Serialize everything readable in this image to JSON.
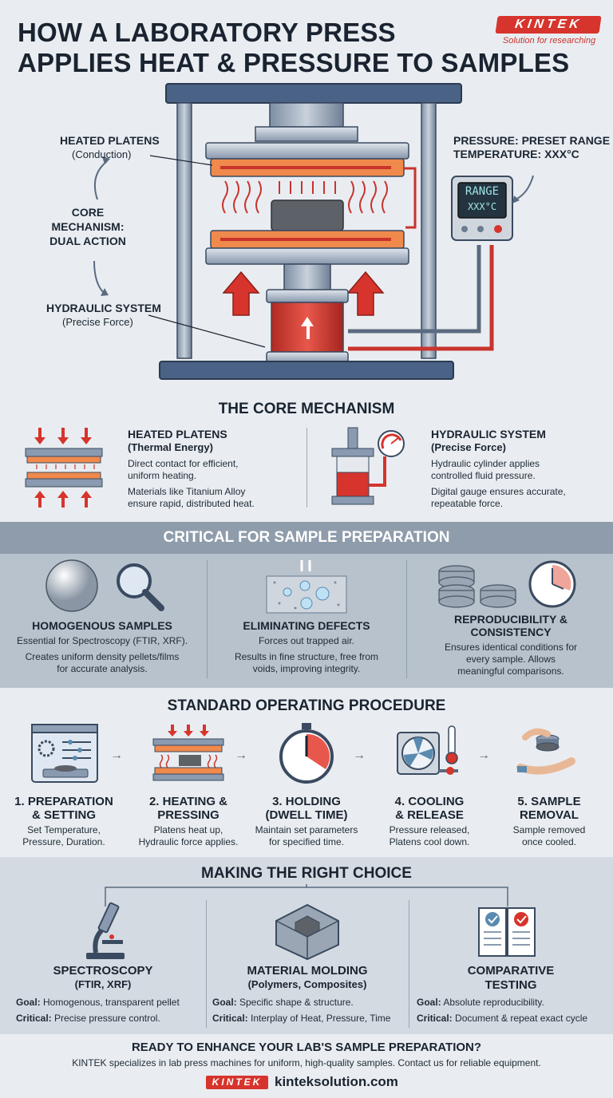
{
  "header": {
    "title_line1": "HOW A LABORATORY PRESS",
    "title_line2": "APPLIES HEAT & PRESSURE TO SAMPLES",
    "logo_text": "KINTEK",
    "logo_tagline": "Solution for researching"
  },
  "diagram": {
    "heated_platens_label": "HEATED PLATENS",
    "heated_platens_sub": "(Conduction)",
    "core_mechanism_label": "CORE MECHANISM: DUAL ACTION",
    "core_line1": "CORE",
    "core_line2": "MECHANISM:",
    "core_line3": "DUAL ACTION",
    "hydraulic_label": "HYDRAULIC SYSTEM",
    "hydraulic_sub": "(Precise Force)",
    "pressure_label": "PRESSURE: PRESET RANGE",
    "temperature_label": "TEMPERATURE: XXX°C",
    "display_line1": "RANGE",
    "display_line2": "XXX°C"
  },
  "core_mechanism": {
    "title": "THE CORE MECHANISM",
    "platens": {
      "title": "HEATED PLATENS",
      "subtitle": "(Thermal Energy)",
      "text1_a": "Direct contact for efficient,",
      "text1_b": "uniform heating.",
      "text2_a": "Materials like Titanium Alloy",
      "text2_b": "ensure rapid, distributed heat."
    },
    "hydraulic": {
      "title": "HYDRAULIC SYSTEM",
      "subtitle": "(Precise Force)",
      "text1_a": "Hydraulic cylinder applies",
      "text1_b": "controlled fluid pressure.",
      "text2_a": "Digital gauge ensures accurate,",
      "text2_b": "repeatable force."
    }
  },
  "critical": {
    "title": "CRITICAL FOR SAMPLE PREPARATION",
    "items": [
      {
        "title": "HOMOGENOUS SAMPLES",
        "t1": "Essential for Spectroscopy (FTIR, XRF).",
        "t2a": "Creates uniform density pellets/films",
        "t2b": "for accurate analysis."
      },
      {
        "title": "ELIMINATING DEFECTS",
        "t1": "Forces out trapped air.",
        "t2a": "Results in fine structure, free from",
        "t2b": "voids, improving integrity."
      },
      {
        "title_a": "REPRODUCIBILITY &",
        "title_b": "CONSISTENCY",
        "t1": "Ensures identical conditions for",
        "t2a": "every sample. Allows",
        "t2b": "meaningful comparisons."
      }
    ]
  },
  "procedure": {
    "title": "STANDARD OPERATING PROCEDURE",
    "steps": [
      {
        "h1": "1. PREPARATION",
        "h2": "& SETTING",
        "t1": "Set Temperature,",
        "t2": "Pressure, Duration."
      },
      {
        "h1": "2. HEATING &",
        "h2": "PRESSING",
        "t1": "Platens heat up,",
        "t2": "Hydraulic force applies."
      },
      {
        "h1": "3. HOLDING",
        "h2": "(DWELL TIME)",
        "t1": "Maintain set parameters",
        "t2": "for specified time."
      },
      {
        "h1": "4. COOLING",
        "h2": "& RELEASE",
        "t1": "Pressure released,",
        "t2": "Platens cool down."
      },
      {
        "h1": "5. SAMPLE",
        "h2": "REMOVAL",
        "t1": "Sample removed",
        "t2": "once cooled."
      }
    ]
  },
  "choice": {
    "title": "MAKING THE RIGHT CHOICE",
    "items": [
      {
        "h": "SPECTROSCOPY",
        "s": "(FTIR, XRF)",
        "goal_label": "Goal:",
        "goal": " Homogenous, transparent pellet",
        "crit_label": "Critical:",
        "crit": " Precise pressure control."
      },
      {
        "h": "MATERIAL MOLDING",
        "s": "(Polymers, Composites)",
        "goal_label": "Goal:",
        "goal": " Specific shape & structure.",
        "crit_label": "Critical:",
        "crit": " Interplay of Heat, Pressure, Time"
      },
      {
        "h": "COMPARATIVE",
        "s": "TESTING",
        "goal_label": "Goal:",
        "goal": " Absolute reproducibility.",
        "crit_label": "Critical:",
        "crit": " Document & repeat exact cycle"
      }
    ]
  },
  "footer": {
    "cta": "READY TO ENHANCE YOUR LAB'S SAMPLE PREPARATION?",
    "text": "KINTEK specializes in lab press machines for uniform, high-quality samples. Contact us for reliable equipment.",
    "logo_text": "KINTEK",
    "url": "kinteksolution.com"
  },
  "colors": {
    "accent_red": "#d6342c",
    "steel": "#5a6a80",
    "band_gray": "#b8c2cc",
    "light_bg": "#e9edf1"
  }
}
